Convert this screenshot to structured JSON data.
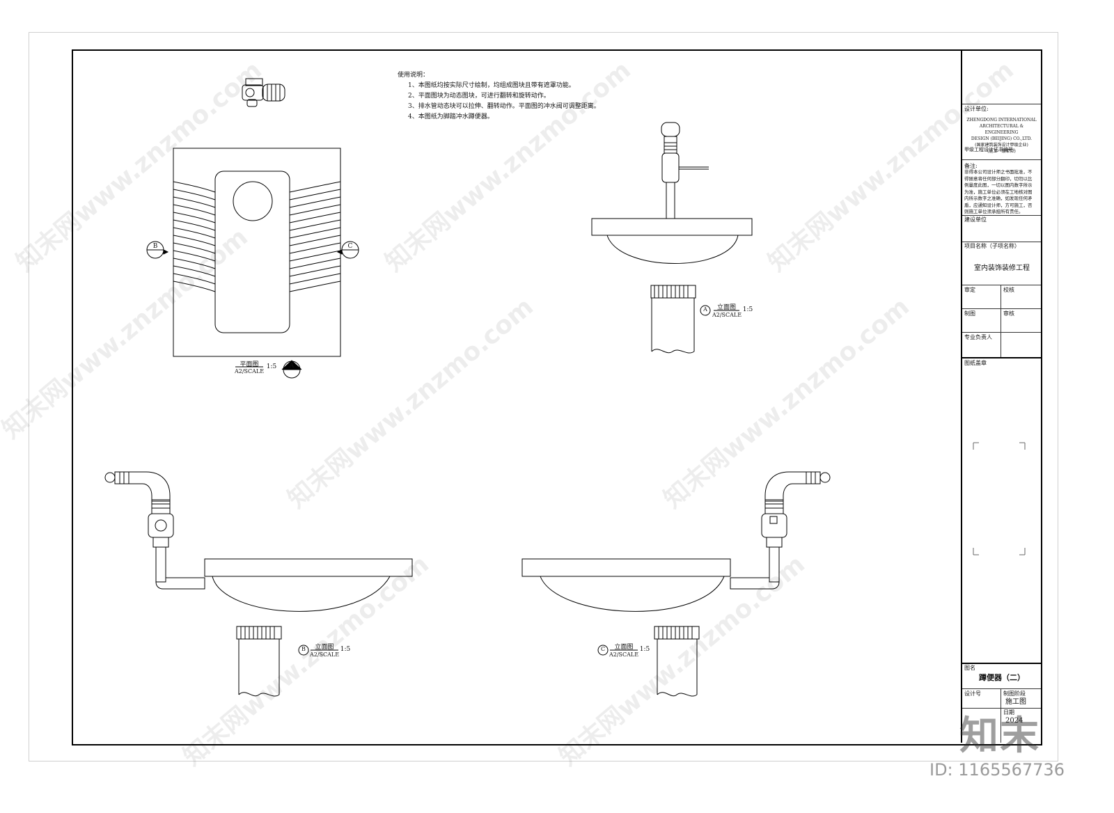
{
  "notes": {
    "title": "使用说明：",
    "items": [
      "1、本图纸均按实际尺寸绘制，均组成图块且带有遮罩功能。",
      "2、平面图块为动态图块，可进行翻转和旋转动作。",
      "3、排水管动态块可以拉伸、翻转动作。平面图的冲水阀可调整距离。",
      "4、本图纸为脚踏冲水蹲便器。"
    ]
  },
  "views": {
    "plan": {
      "name": "平面图",
      "scale_ref": "A2/SCALE",
      "ratio": "1:5"
    },
    "a": {
      "mark": "A",
      "name": "立面图",
      "scale_ref": "A2/SCALE",
      "ratio": "1:5"
    },
    "b": {
      "mark": "B",
      "name": "立面图",
      "scale_ref": "A2/SCALE",
      "ratio": "1:5"
    },
    "c": {
      "mark": "C",
      "name": "立面图",
      "scale_ref": "A2/SCALE",
      "ratio": "1:5"
    },
    "marker_b": "B",
    "marker_c": "C",
    "marker_a": "A"
  },
  "title_block": {
    "design_unit_label": "设计单位:",
    "design_unit_lines": [
      "ZHENGDONG INTERNATIONAL",
      "ARCHITECTURAL & ENGINEERING",
      "DESIGN (BEIJING) CO.,LTD.",
      "(国家建筑装饰设计甲级企业)",
      "(施工一级单位)"
    ],
    "cert_label": "甲级工程设计证书编号:",
    "remarks_label": "备注:",
    "remarks_lines": [
      "非得本公司设计师之书面批准，不",
      "得随意将任何部分翻印，切勿以比",
      "例量度此图，一切以图内数字所示",
      "为准，施工单位必须在工地核对图",
      "内所示数字之准确，如发现任何矛",
      "盾，应通知设计师，方可施工，否",
      "则施工单位须承担所有责任。"
    ],
    "client_label": "建设单位",
    "project_label": "项目名称（子项名称）",
    "project_name": "室内装饰装修工程",
    "approve_label": "审定",
    "check_label": "校核",
    "draw_label": "制图",
    "review_label": "审核",
    "lead_label": "专业负责人",
    "seal_label": "图纸盖章",
    "drawing_name_label": "图名",
    "drawing_name": "蹲便器（二）",
    "design_no_label": "设计号",
    "stage_label": "制图阶段",
    "stage_value": "施工图",
    "date_label": "日期",
    "date_value": "2024"
  },
  "watermark": {
    "text": "知末网www.znzmo.com",
    "corner_logo": "知末",
    "id_text": "ID: 1165567736"
  }
}
